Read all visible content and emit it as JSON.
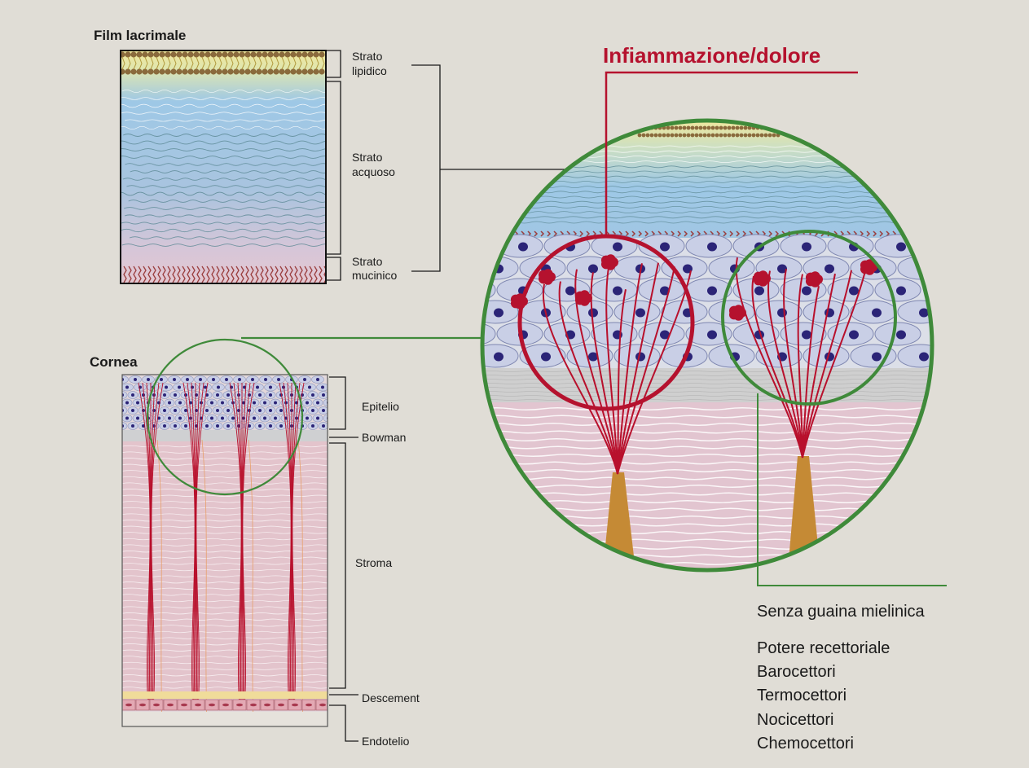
{
  "tear_film": {
    "title": "Film lacrimale",
    "layers": {
      "lipid": [
        "Strato",
        "lipidico"
      ],
      "aqueous": [
        "Strato",
        "acquoso"
      ],
      "mucin": [
        "Strato",
        "mucinico"
      ]
    }
  },
  "cornea": {
    "title": "Cornea",
    "layers": {
      "epithelium": "Epitelio",
      "bowman": "Bowman",
      "stroma": "Stroma",
      "descemet": "Descement",
      "endothelium": "Endotelio"
    }
  },
  "magnified": {
    "heading": "Infiammazione/dolore",
    "nerve_type": "Senza guaina mielinica",
    "properties": [
      "Potere recettoriale",
      "Barocettori",
      "Termocettori",
      "Nocicettori",
      "Chemocettori"
    ]
  },
  "colors": {
    "background": "#e0ddd6",
    "highlight_red": "#b5122e",
    "circle_green": "#3f8a3a",
    "nerve_fiber": "#b8102c",
    "axon_stalk": "#c58a35",
    "cell_nucleus": "#2b2477",
    "cell_body": "#c9cfe6",
    "stroma_pink": "#e3c4cc",
    "aqueous_blue": "#9ec8e6",
    "lipid_brown": "#8a6a3c"
  }
}
